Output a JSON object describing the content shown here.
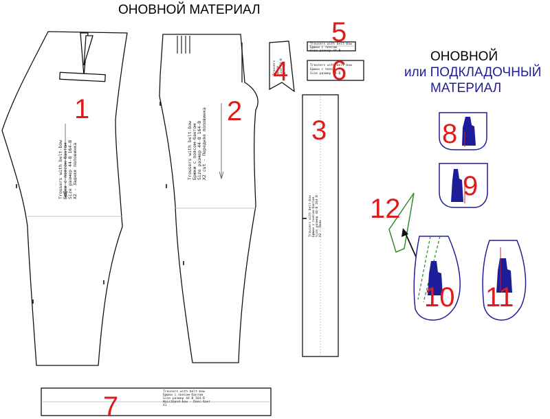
{
  "headings": {
    "main_fabric": "ОНОВНОЙ МАТЕРИАЛ",
    "alt_line1": "ОНОВНОЙ",
    "alt_line2": "или ПОДКЛАДОЧНЫЙ",
    "alt_line3": "МАТЕРИАЛ"
  },
  "colors": {
    "number": "#e01b1b",
    "lining_heading": "#1d1d9a",
    "lining_outline": "#1d1d9a",
    "interlining": "#2e8b2e"
  },
  "pieces": [
    {
      "id": "1",
      "label": [
        "Trousers with belt-bow",
        "Брюки с поясом-бантом",
        "Size размер 44-В 164-В",
        "X2 - Задняя половинка"
      ]
    },
    {
      "id": "2",
      "label": [
        "Trousers with belt-bow",
        "Брюки с поясом-бантом",
        "Size размер 44-В 164-В",
        "X2 cut - Передняя половинка"
      ]
    },
    {
      "id": "3",
      "label": [
        "Trousers with belt-bow",
        "Брюки с поясом-бантом",
        "Size размер 44-В 164-В",
        "X2 - Пояс"
      ]
    },
    {
      "id": "4",
      "label": [
        "Trousers",
        "Брюки",
        "Size 44-В",
        "X2"
      ]
    },
    {
      "id": "5",
      "label": [
        "Trousers with belt-bow",
        "Брюки с поясом",
        "Size размер 44-В"
      ]
    },
    {
      "id": "6",
      "label": [
        "Trousers with belt-bow",
        "Брюки с поясом",
        "Size размер 44-В"
      ]
    },
    {
      "id": "7",
      "label": [
        "Trousers with belt-bow",
        "Брюки с поясом-бантом",
        "Size размер 44-В 164-В",
        "Waistband-bow - Пояс-бант",
        "X1"
      ]
    },
    {
      "id": "8"
    },
    {
      "id": "9"
    },
    {
      "id": "10"
    },
    {
      "id": "11"
    },
    {
      "id": "12"
    }
  ]
}
